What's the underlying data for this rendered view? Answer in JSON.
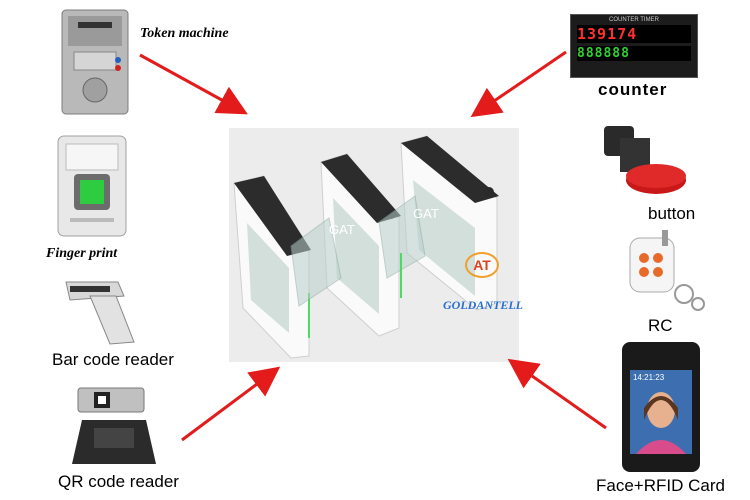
{
  "labels": {
    "token_machine": "Token machine",
    "finger_print": "Finger print",
    "bar_code_reader": "Bar code reader",
    "qr_code_reader": "QR code reader",
    "counter": "counter",
    "button": "button",
    "rc": "RC",
    "face_rfid_card": "Face+RFID Card"
  },
  "gate_signs": [
    "GAT",
    "GAT"
  ],
  "brand": {
    "logo_mark": "AT",
    "logo_text": "GOLDANTELL"
  },
  "counter_display": {
    "top_digits": "139174",
    "bottom_digits": "888888",
    "header": "COUNTER TIMER"
  },
  "face_device": {
    "time_text": "14:21:23"
  },
  "arrow_color": "#e31b1b"
}
